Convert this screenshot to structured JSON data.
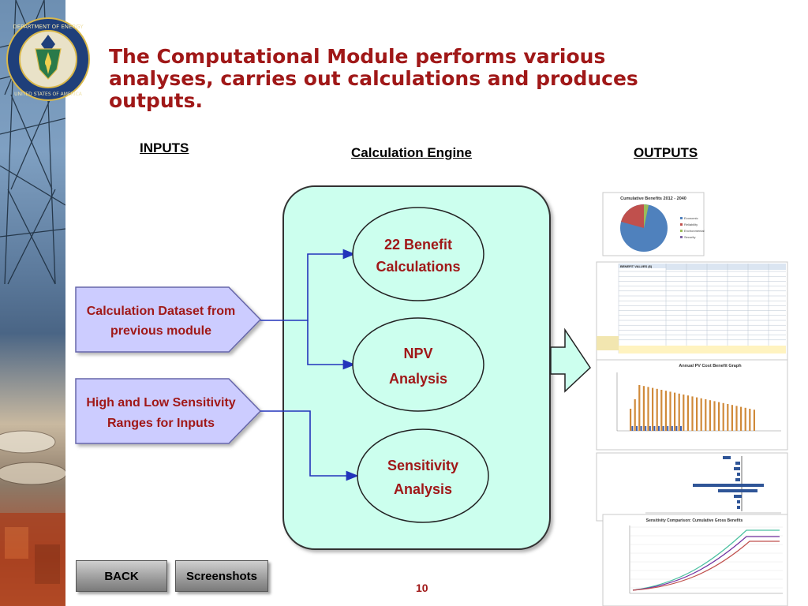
{
  "slide": {
    "title": "The Computational Module performs various analyses, carries out calculations and produces outputs.",
    "page_number": "10"
  },
  "seal": {
    "text_top": "DEPARTMENT OF ENERGY",
    "text_bottom": "UNITED STATES OF AMERICA"
  },
  "headers": {
    "inputs": "INPUTS",
    "engine": "Calculation Engine",
    "outputs": "OUTPUTS"
  },
  "inputs": [
    {
      "line1": "Calculation Dataset from",
      "line2": "previous module"
    },
    {
      "line1": "High and Low Sensitivity",
      "line2": "Ranges for Inputs"
    }
  ],
  "engine": [
    {
      "line1": "22 Benefit",
      "line2": "Calculations"
    },
    {
      "line1": "NPV",
      "line2": "Analysis"
    },
    {
      "line1": "Sensitivity",
      "line2": "Analysis"
    }
  ],
  "outputs": {
    "pie_title": "Cumulative Benefits 2012 - 2040",
    "pie_legend": [
      "Economic",
      "Reliability",
      "Environmental",
      "Security"
    ],
    "table_title": "BENEFIT VALUES ($)",
    "bar_title": "Annual PV Cost Benefit Graph",
    "line_title": "Sensitivity Comparison: Cumulative Gross Benefits"
  },
  "nav": {
    "back": "BACK",
    "screenshots": "Screenshots"
  },
  "colors": {
    "title_red": "#a01818",
    "input_fill": "#ccccff",
    "engine_fill": "#ccffee",
    "oval_fill": "#ccffee",
    "connector_blue": "#2233bb"
  }
}
